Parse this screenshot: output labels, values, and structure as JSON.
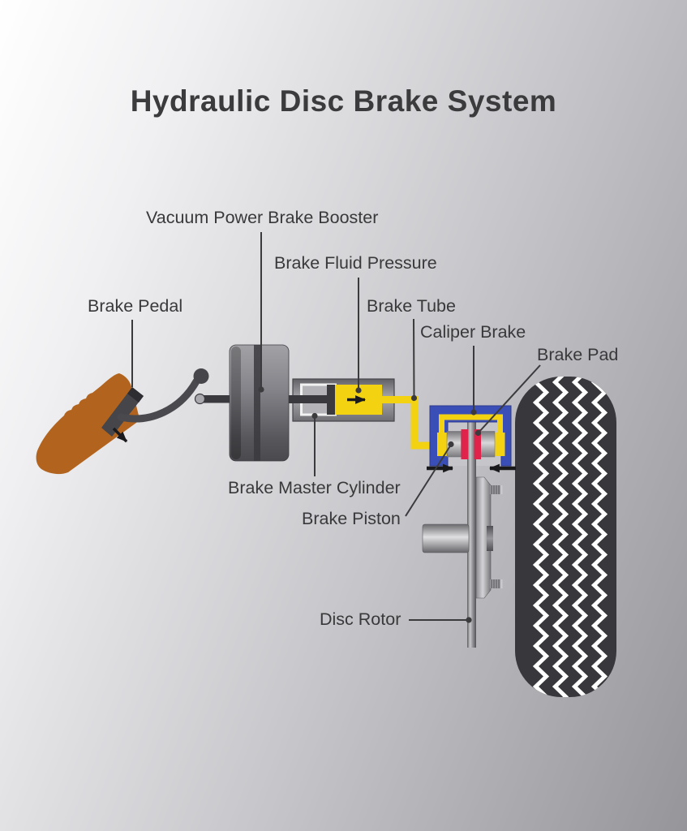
{
  "title": "Hydraulic Disc Brake System",
  "labels": {
    "booster": "Vacuum Power Brake Booster",
    "fluid_pressure": "Brake Fluid Pressure",
    "pedal": "Brake Pedal",
    "tube": "Brake Tube",
    "caliper": "Caliper Brake",
    "pad": "Brake Pad",
    "master_cylinder": "Brake Master Cylinder",
    "piston": "Brake Piston",
    "rotor": "Disc Rotor"
  },
  "colors": {
    "label_text": "#39393b",
    "pedal_orange": "#b2641e",
    "fluid_yellow": "#f2d211",
    "caliper_blue": "#3a4eb8",
    "pad_red": "#e0234a",
    "tire_black": "#38383c",
    "tread_white": "#ffffff",
    "metal_dark": "#45454a"
  }
}
